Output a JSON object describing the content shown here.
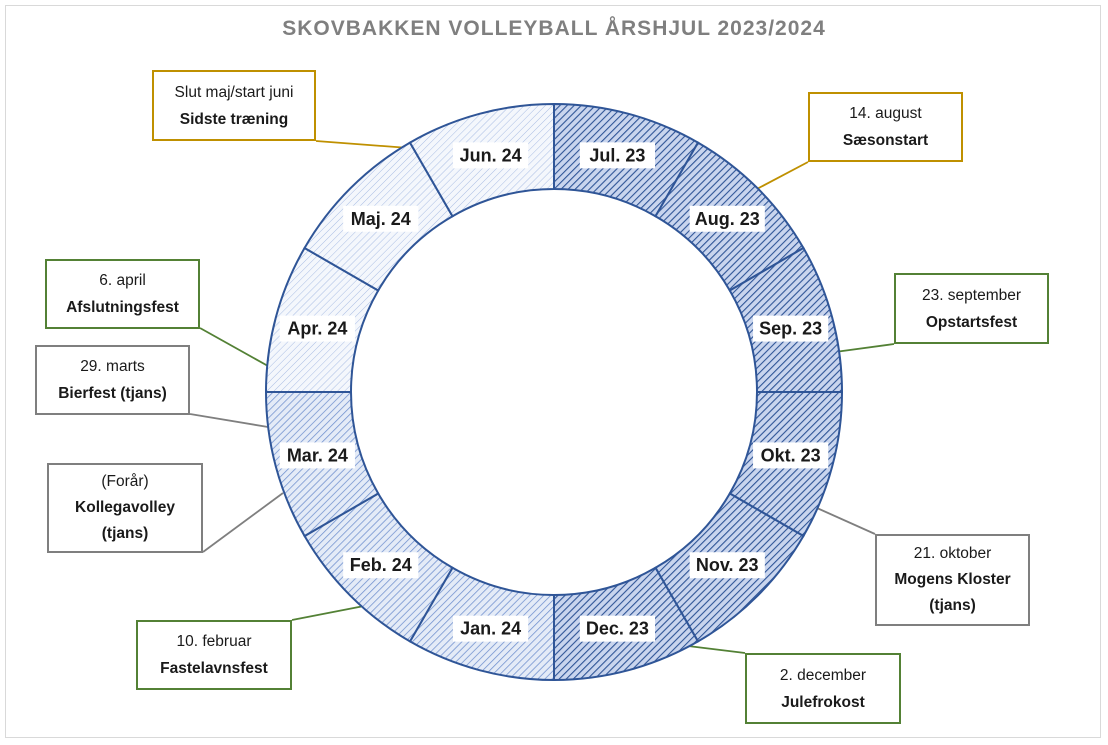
{
  "title": "SKOVBAKKEN VOLLEYBALL ÅRSHJUL 2023/2024",
  "colors": {
    "ring_border": "#2f5597",
    "hatch_dark": "#2f5597",
    "hatch_light": "#8faadc",
    "callout_gold": "#bf9000",
    "callout_green": "#538135",
    "callout_grey": "#7f7f7f",
    "title": "#7f7f7f"
  },
  "months": [
    {
      "label": "Jul. 23",
      "shade": "dark"
    },
    {
      "label": "Aug. 23",
      "shade": "dark"
    },
    {
      "label": "Sep. 23",
      "shade": "dark"
    },
    {
      "label": "Okt. 23",
      "shade": "dark"
    },
    {
      "label": "Nov. 23",
      "shade": "dark"
    },
    {
      "label": "Dec. 23",
      "shade": "dark"
    },
    {
      "label": "Jan. 24",
      "shade": "medium"
    },
    {
      "label": "Feb. 24",
      "shade": "medium"
    },
    {
      "label": "Mar. 24",
      "shade": "medium"
    },
    {
      "label": "Apr. 24",
      "shade": "light"
    },
    {
      "label": "Maj. 24",
      "shade": "light"
    },
    {
      "label": "Jun. 24",
      "shade": "light"
    }
  ],
  "events": [
    {
      "date": "Slut maj/start juni",
      "name": "Sidste træning",
      "color": "gold"
    },
    {
      "date": "14. august",
      "name": "Sæsonstart",
      "color": "gold"
    },
    {
      "date": "23. september",
      "name": "Opstartsfest",
      "color": "green"
    },
    {
      "date": "6. april",
      "name": "Afslutningsfest",
      "color": "green"
    },
    {
      "date": "29. marts",
      "name": "Bierfest (tjans)",
      "color": "grey"
    },
    {
      "date": "(Forår)",
      "name": "Kollegavolley",
      "name2": "(tjans)",
      "color": "grey"
    },
    {
      "date": "21. oktober",
      "name": "Mogens Kloster",
      "name2": "(tjans)",
      "color": "grey"
    },
    {
      "date": "10. februar",
      "name": "Fastelavnsfest",
      "color": "green"
    },
    {
      "date": "2. december",
      "name": "Julefrokost",
      "color": "green"
    }
  ]
}
